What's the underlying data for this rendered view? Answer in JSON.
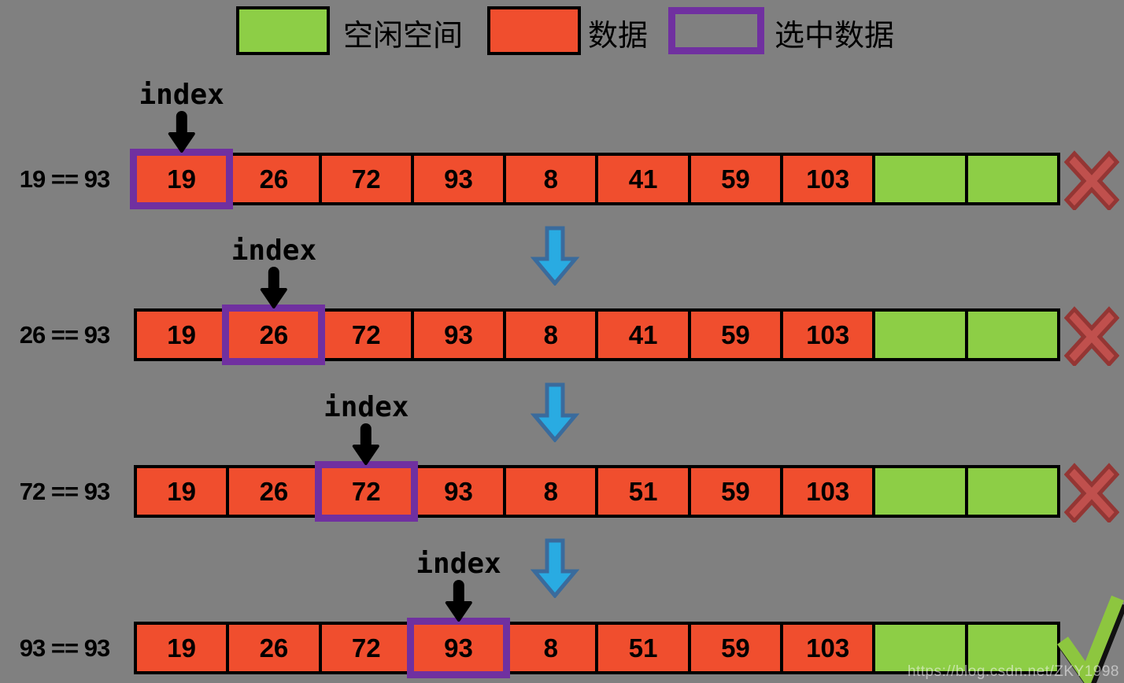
{
  "legend": {
    "items": [
      {
        "name": "free-space",
        "label": "空闲空间"
      },
      {
        "name": "data",
        "label": "数据"
      },
      {
        "name": "selected-data",
        "label": "选中数据"
      }
    ]
  },
  "index_pointer_label": "index",
  "search_target": "93",
  "rows": [
    {
      "comparison": "19 == 93",
      "selected_index": 0,
      "cells": [
        "19",
        "26",
        "72",
        "93",
        "8",
        "41",
        "59",
        "103",
        "",
        ""
      ],
      "result": "mismatch"
    },
    {
      "comparison": "26 == 93",
      "selected_index": 1,
      "cells": [
        "19",
        "26",
        "72",
        "93",
        "8",
        "41",
        "59",
        "103",
        "",
        ""
      ],
      "result": "mismatch"
    },
    {
      "comparison": "72 == 93",
      "selected_index": 2,
      "cells": [
        "19",
        "26",
        "72",
        "93",
        "8",
        "51",
        "59",
        "103",
        "",
        ""
      ],
      "result": "mismatch"
    },
    {
      "comparison": "93 == 93",
      "selected_index": 3,
      "cells": [
        "19",
        "26",
        "72",
        "93",
        "8",
        "51",
        "59",
        "103",
        "",
        ""
      ],
      "result": "match"
    }
  ],
  "watermark": "https://blog.csdn.net/ZKY1998",
  "colors": {
    "background": "#808080",
    "free_space": "#8dce46",
    "data": "#f04e2e",
    "selected_border": "#7030a0",
    "down_arrow_fill": "#29abe2",
    "down_arrow_stroke": "#3a6b9c",
    "mismatch_fill": "#c0504d",
    "mismatch_stroke": "#943634",
    "match_color": "#8dc63f",
    "match_shadow": "#111111",
    "outline": "#000000"
  }
}
